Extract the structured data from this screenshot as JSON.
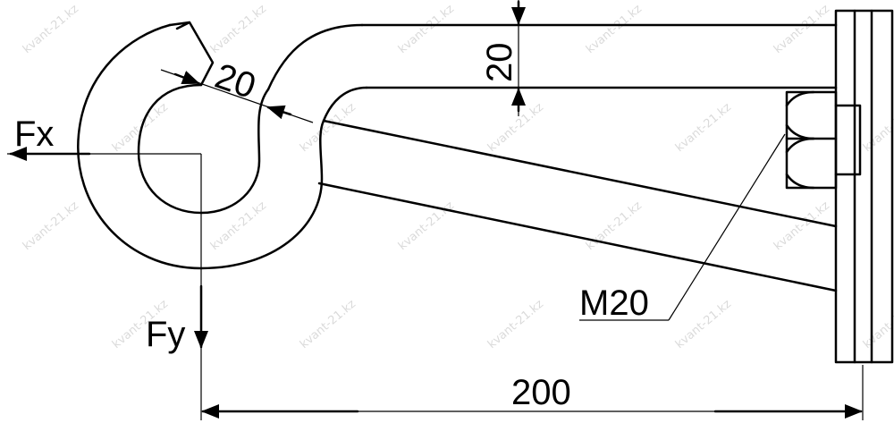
{
  "labels": {
    "fx": "Fx",
    "fy": "Fy",
    "rod_thickness": "20",
    "hook_thickness": "20",
    "thread": "M20",
    "length": "200"
  },
  "watermark": "kvant-21.kz",
  "colors": {
    "line": "#000000",
    "background": "#ffffff",
    "watermark": "#bdbdbd"
  }
}
